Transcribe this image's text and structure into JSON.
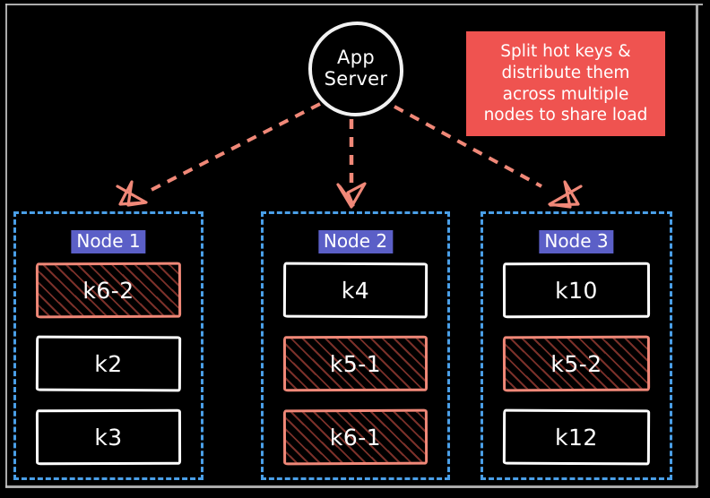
{
  "colors": {
    "background": "#000000",
    "accent_blue": "#4a9fe8",
    "accent_salmon": "#f08878",
    "annotation_bg": "#ef5350",
    "node_label_bg": "#5b5fc7",
    "stroke_white": "#ffffff",
    "hatch": "#7a3029"
  },
  "app_server": {
    "line1": "App",
    "line2": "Server"
  },
  "annotation": {
    "lines": [
      "Split hot keys &",
      "distribute them",
      "across multiple",
      "nodes to share load"
    ]
  },
  "nodes": [
    {
      "label": "Node 1",
      "keys": [
        {
          "label": "k6-2",
          "hot": true
        },
        {
          "label": "k2",
          "hot": false
        },
        {
          "label": "k3",
          "hot": false
        }
      ]
    },
    {
      "label": "Node 2",
      "keys": [
        {
          "label": "k4",
          "hot": false
        },
        {
          "label": "k5-1",
          "hot": true
        },
        {
          "label": "k6-1",
          "hot": true
        }
      ]
    },
    {
      "label": "Node 3",
      "keys": [
        {
          "label": "k10",
          "hot": false
        },
        {
          "label": "k5-2",
          "hot": true
        },
        {
          "label": "k12",
          "hot": false
        }
      ]
    }
  ],
  "connectors": [
    {
      "from": "app-server",
      "to": "Node 1"
    },
    {
      "from": "app-server",
      "to": "Node 2"
    },
    {
      "from": "app-server",
      "to": "Node 3"
    }
  ]
}
